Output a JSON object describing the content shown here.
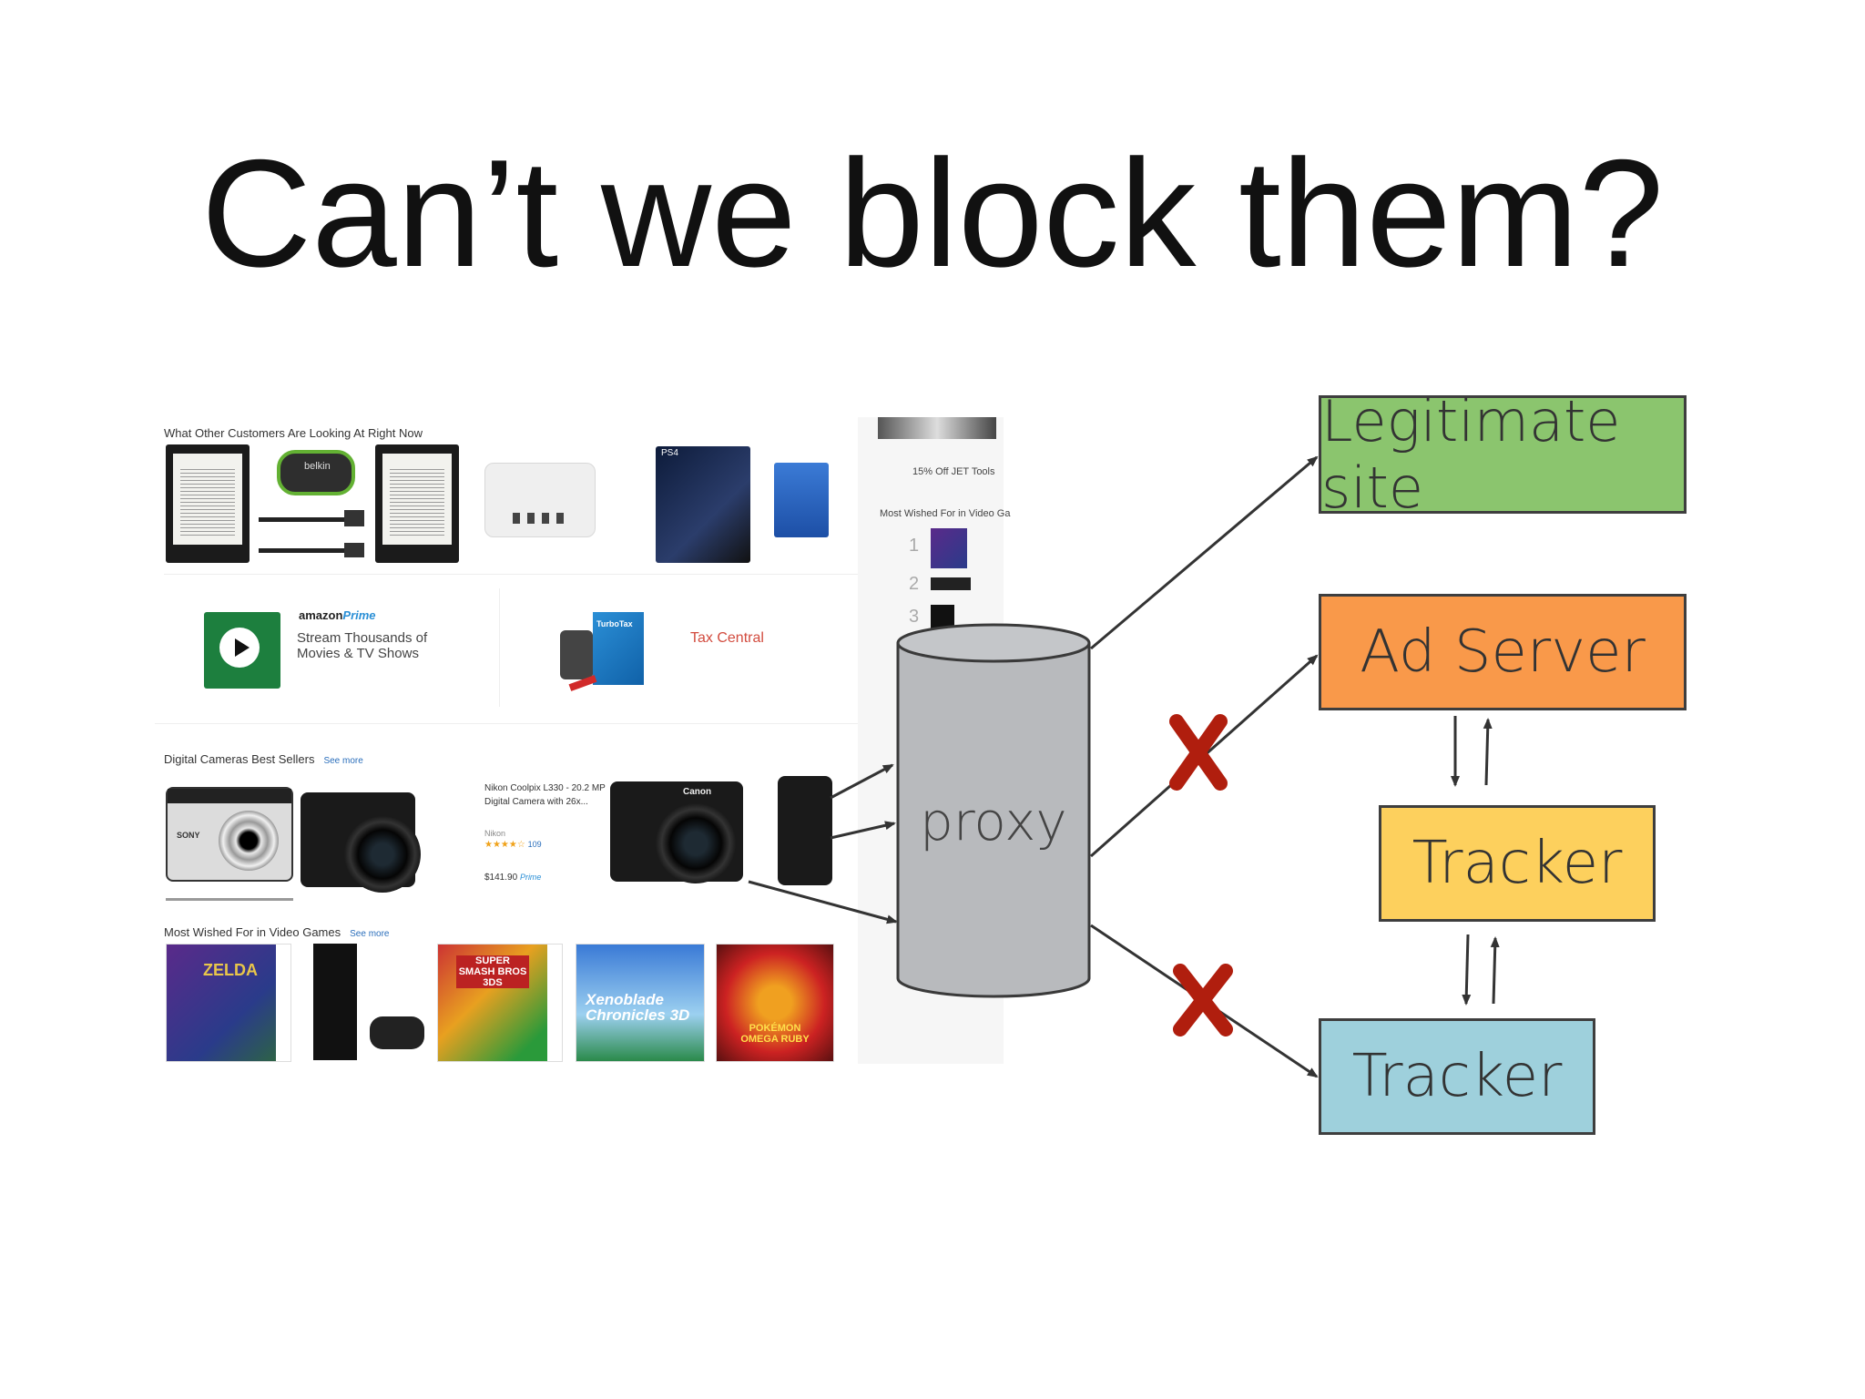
{
  "slide": {
    "title": "Can’t we block them?"
  },
  "screenshot": {
    "section1": "What Other Customers Are Looking At Right Now",
    "charger_brand": "belkin",
    "ps4_label": "PS4",
    "prime_brand": "amazon",
    "prime_word": "Prime",
    "prime_text": "Stream Thousands of Movies & TV Shows",
    "turbotax": "TurboTax",
    "tax_central": "Tax Central",
    "section2": "Digital Cameras Best Sellers",
    "see_more": "See more",
    "camera_title": "Nikon Coolpix L330 - 20.2 MP Digital Camera with 26x...",
    "camera_brand": "Nikon",
    "camera_rating_count": "109",
    "camera_price": "$141.90",
    "prime_badge": "Prime",
    "canon": "Canon",
    "sony": "SONY",
    "section3": "Most Wished For in Video Games",
    "game_3ds": "3DS",
    "game_zelda": "ZELDA",
    "game_smash": "SUPER SMASH BROS 3DS",
    "game_xeno": "Xenoblade Chronicles 3D",
    "game_pokemon": "POKÉMON OMEGA RUBY",
    "side_promo": "15% Off JET Tools",
    "side_section": "Most Wished For in Video Ga",
    "side_ranks": [
      "1",
      "2",
      "3"
    ]
  },
  "diagram": {
    "proxy": "proxy",
    "legit": "Legitimate site",
    "ad_server": "Ad Server",
    "tracker1": "Tracker",
    "tracker2": "Tracker",
    "blocked_mark": "✖",
    "colors": {
      "legit": "#8bc56e",
      "ad_server": "#f9994a",
      "tracker1": "#fdd05d",
      "tracker2": "#9ed0dc",
      "cylinder": "#b8babd",
      "block": "#b01e0e"
    }
  }
}
